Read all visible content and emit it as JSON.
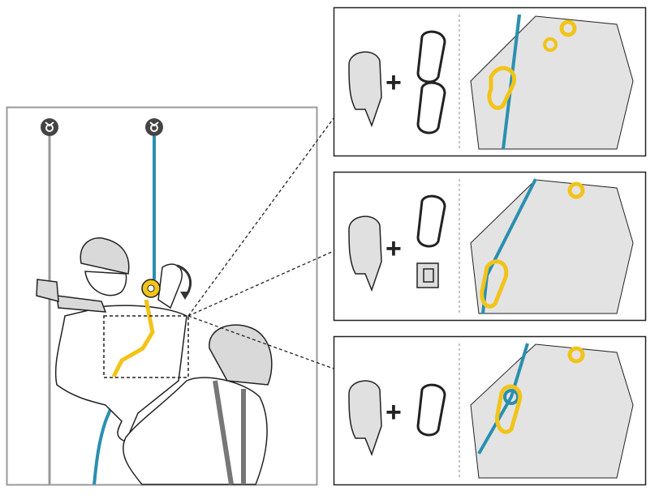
{
  "panels": [
    {
      "id": "option-1",
      "plus": "+",
      "items": [
        "descender",
        "carabiner",
        "carabiner"
      ]
    },
    {
      "id": "option-2",
      "plus": "+",
      "items": [
        "descender",
        "carabiner",
        "ring-link"
      ]
    },
    {
      "id": "option-3",
      "plus": "+",
      "items": [
        "descender",
        "carabiner"
      ]
    }
  ],
  "colors": {
    "rope_teal": "#2a8fb0",
    "gold": "#f2c318",
    "frame": "#9a9a9a",
    "ink": "#222222",
    "fill_gray": "#d9d9d9"
  }
}
